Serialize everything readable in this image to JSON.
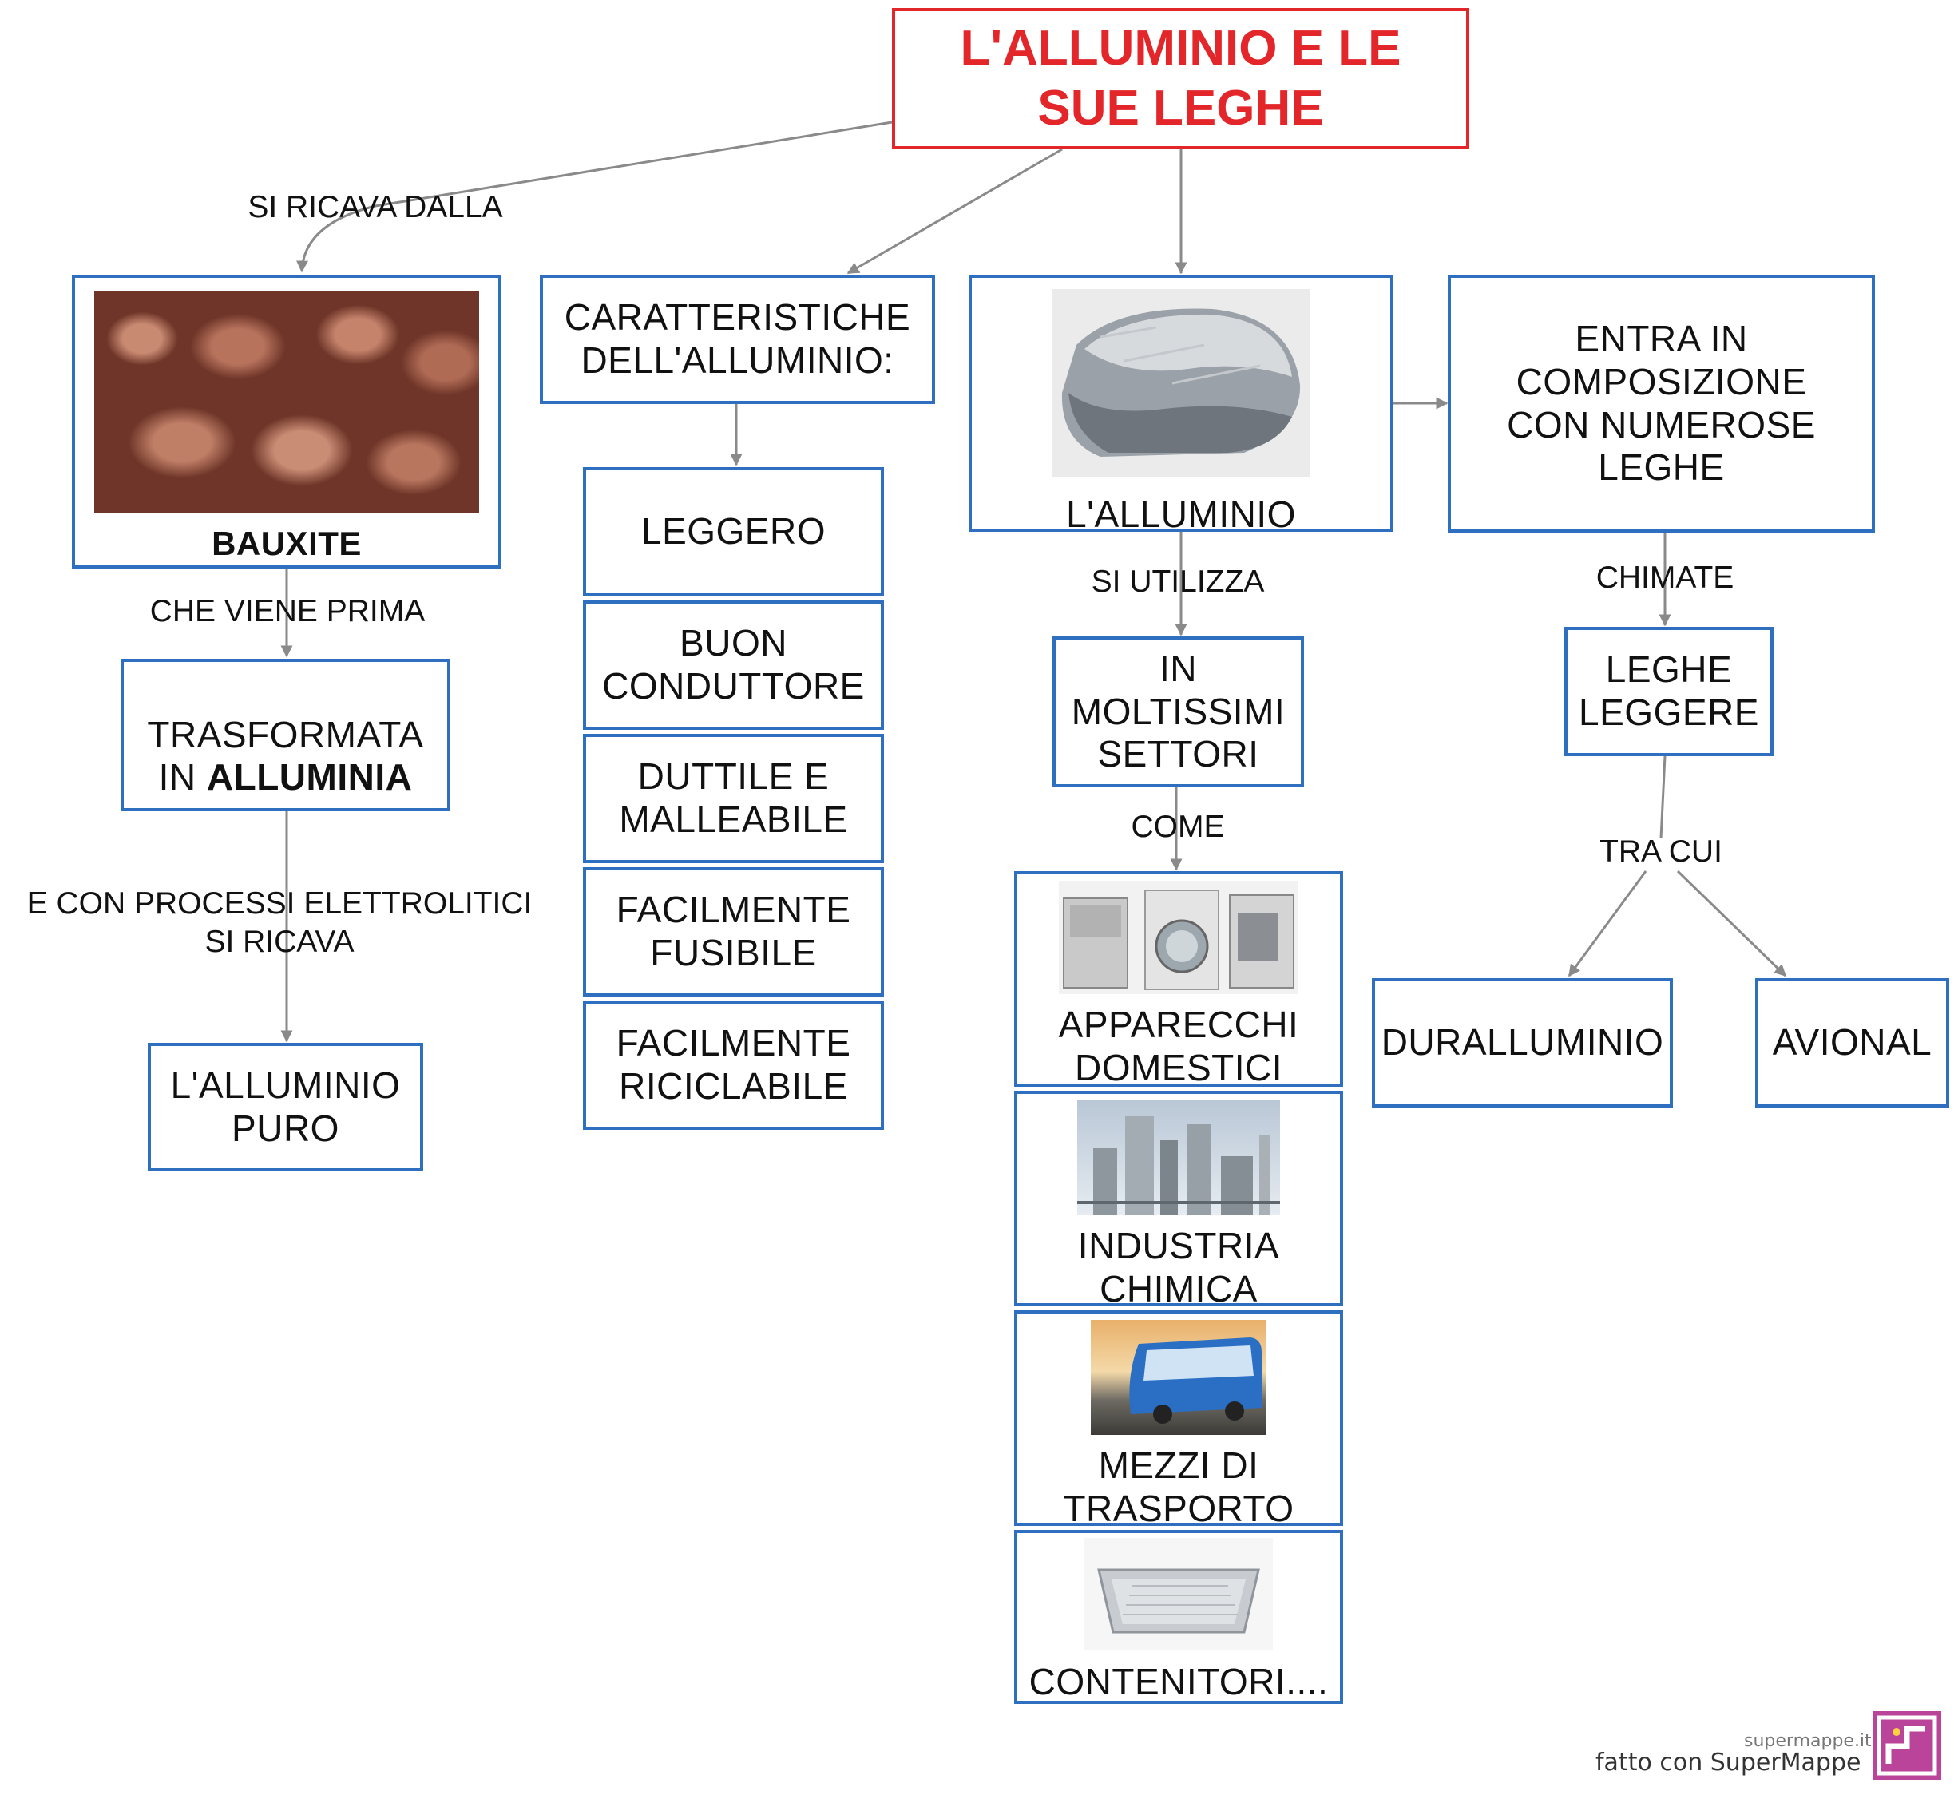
{
  "title": "L'ALLUMINIO E LE\n SUE LEGHE",
  "links": {
    "si_ricava_dalla": "SI RICAVA DALLA",
    "che_viene_prima": "CHE VIENE PRIMA",
    "processi": "E CON PROCESSI ELETTROLITICI\nSI RICAVA",
    "si_utilizza": "SI UTILIZZA",
    "come": "COME",
    "chimate": "CHIMATE",
    "tra_cui": "TRA CUI"
  },
  "nodes": {
    "bauxite": "BAUXITE",
    "trasformata_prefix": "TRASFORMATA\nIN ",
    "trasformata_bold": "ALLUMINIA",
    "alluminio_puro": "L'ALLUMINIO\nPURO",
    "caratteristiche": "CARATTERISTICHE\nDELL'ALLUMINIO:",
    "leggero": "LEGGERO",
    "buon_conduttore": "BUON\nCONDUTTORE",
    "duttile": "DUTTILE E\nMALLEABILE",
    "fusibile": "FACILMENTE\nFUSIBILE",
    "riciclabile": "FACILMENTE\nRICICLABILE",
    "alluminio": "L'ALLUMINIO",
    "moltissimi_settori": "IN\nMOLTISSIMI\nSETTORI",
    "apparecchi": "APPARECCHI\nDOMESTICI",
    "industria": "INDUSTRIA\nCHIMICA",
    "mezzi": "MEZZI DI\nTRASPORTO",
    "contenitori": "CONTENITORI....",
    "entra_in": "ENTRA IN\nCOMPOSIZIONE\nCON NUMEROSE\nLEGHE",
    "leghe_leggere": "LEGHE\nLEGGERE",
    "duralluminio": "DURALLUMINIO",
    "avional": "AVIONAL"
  },
  "branding": {
    "site": "supermappe.it",
    "made_with": "fatto con SuperMappe"
  },
  "colors": {
    "node_border": "#2f6fc0",
    "title_border": "#e3262a",
    "title_text": "#e3262a",
    "arrow": "#8a8a8a",
    "logo": "#b9449a"
  }
}
